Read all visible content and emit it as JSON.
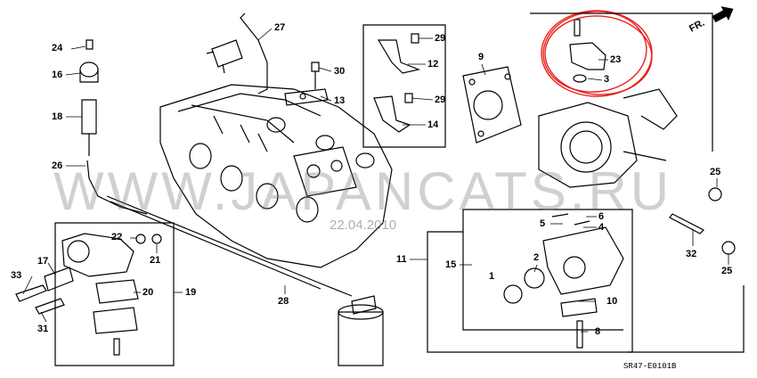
{
  "watermark": {
    "text": "WWW.JAPANCATS.RU",
    "date": "22.04.2010"
  },
  "direction_badge": {
    "text": "FR."
  },
  "document_code": "SR47-E0101B",
  "callouts": {
    "c24": "24",
    "c16": "16",
    "c18": "18",
    "c26": "26",
    "c27": "27",
    "c30": "30",
    "c13": "13",
    "c29a": "29",
    "c12": "12",
    "c29b": "29",
    "c14": "14",
    "c9": "9",
    "c23": "23",
    "c3": "3",
    "c25a": "25",
    "c32": "32",
    "c25b": "25",
    "c6": "6",
    "c5": "5",
    "c4": "4",
    "c11": "11",
    "c15": "15",
    "c2": "2",
    "c1": "1",
    "c10": "10",
    "c8": "8",
    "c22": "22",
    "c21": "21",
    "c17": "17",
    "c33": "33",
    "c20": "20",
    "c19": "19",
    "c31": "31",
    "c28": "28"
  },
  "highlight_color": "#e8201c"
}
